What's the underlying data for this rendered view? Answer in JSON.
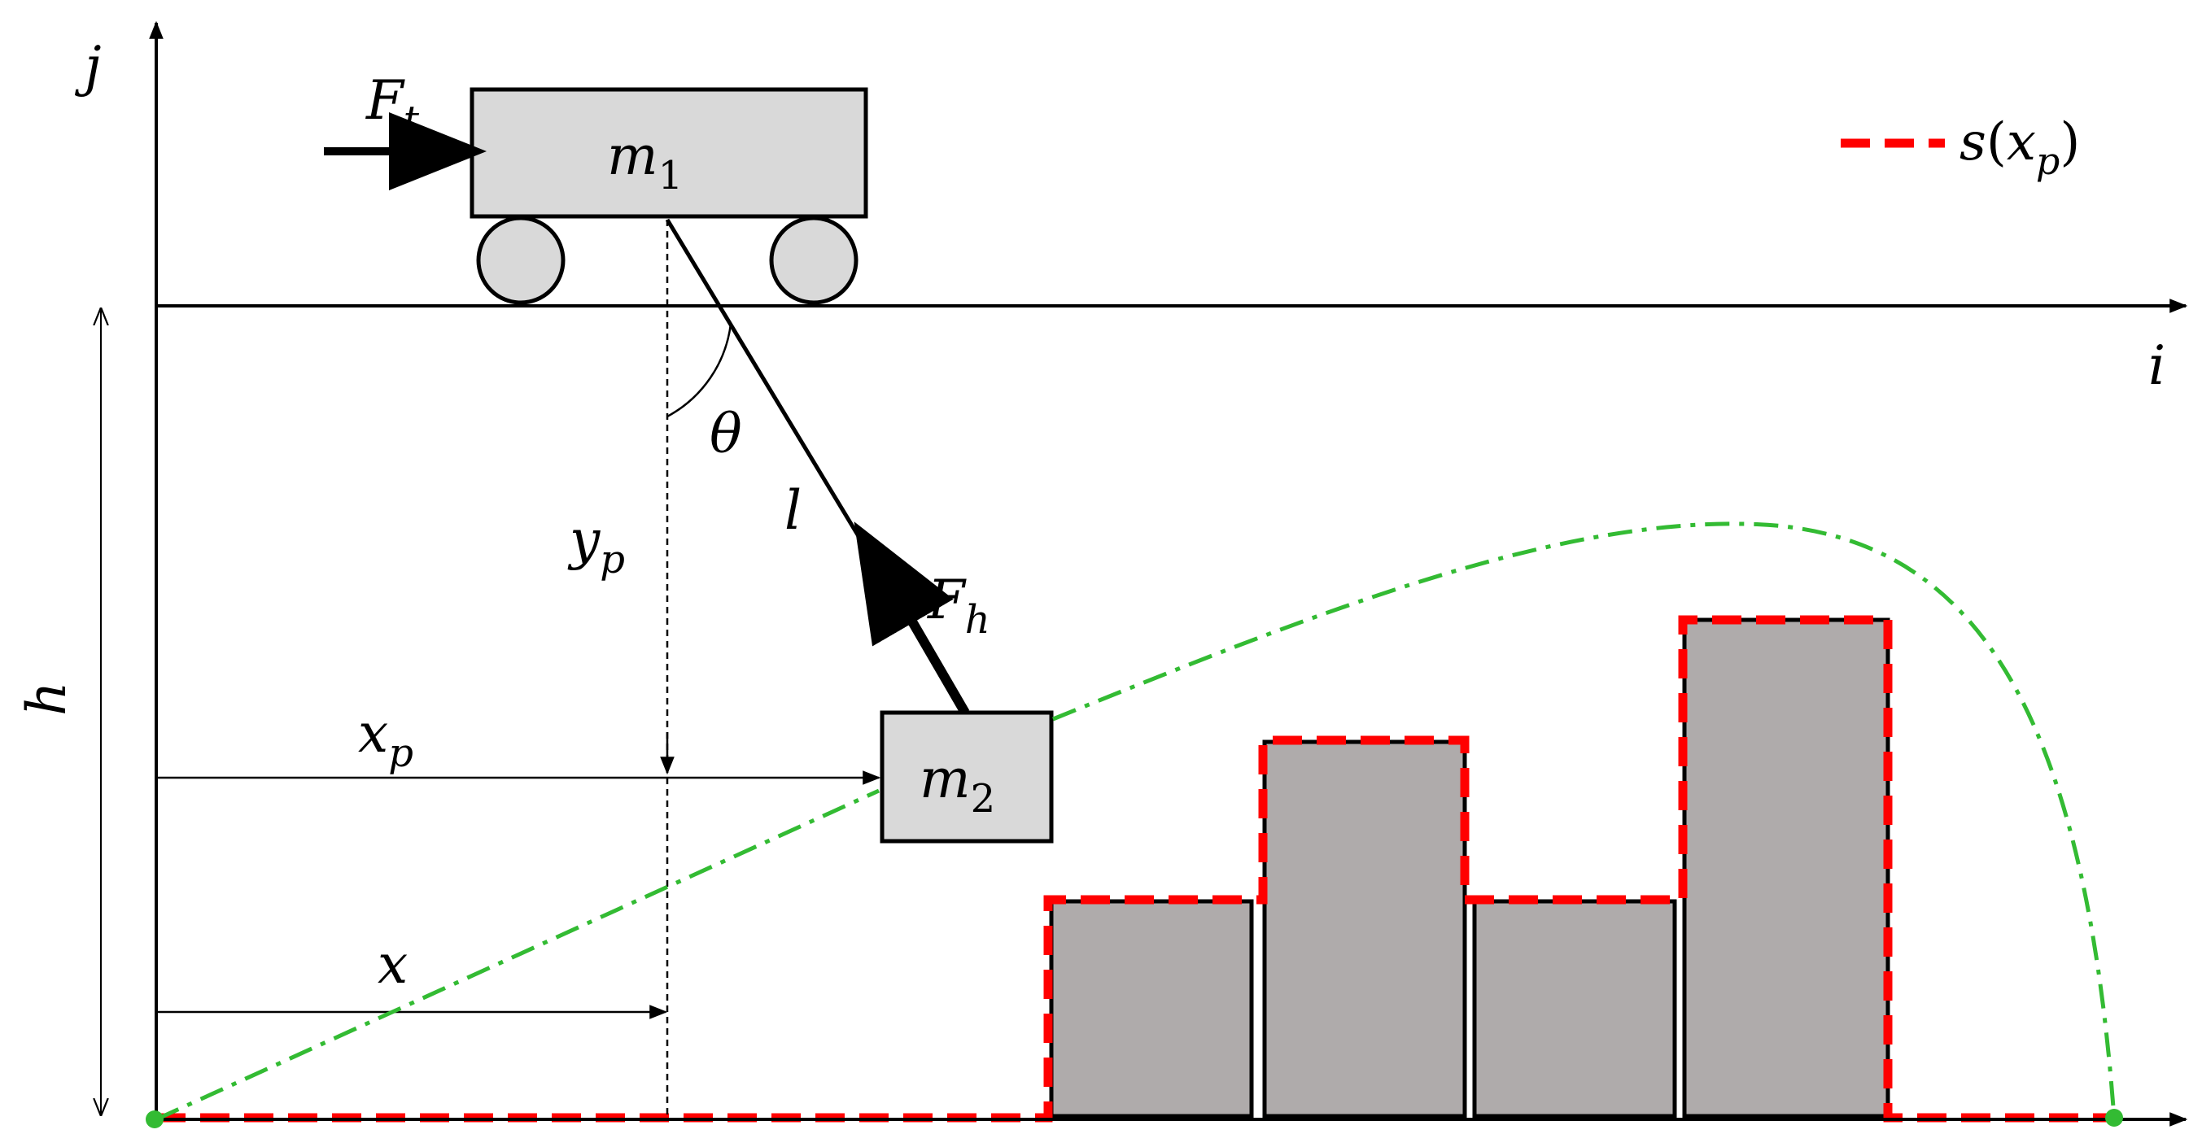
{
  "axes": {
    "vertical_label": "j",
    "horizontal_label": "i"
  },
  "cart": {
    "mass_label": "m",
    "mass_subscript": "1",
    "force_label": "F",
    "force_subscript": "t"
  },
  "load": {
    "mass_label": "m",
    "mass_subscript": "2",
    "force_label": "F",
    "force_subscript": "h"
  },
  "rope": {
    "length_label": "l",
    "angle_label": "θ"
  },
  "dimensions": {
    "height_label": "h",
    "yp_label": "y",
    "yp_subscript": "p",
    "xp_label": "x",
    "xp_subscript": "p",
    "x_label": "x"
  },
  "legend": {
    "func": "s",
    "paren_open": "(",
    "arg": "x",
    "arg_subscript": "p",
    "paren_close": ")"
  },
  "colors": {
    "obstacle_fill": "#afabab",
    "box_fill": "#d9d9d9",
    "boundary": "#ff0000",
    "trajectory": "#33bb33",
    "ink": "#000000"
  }
}
